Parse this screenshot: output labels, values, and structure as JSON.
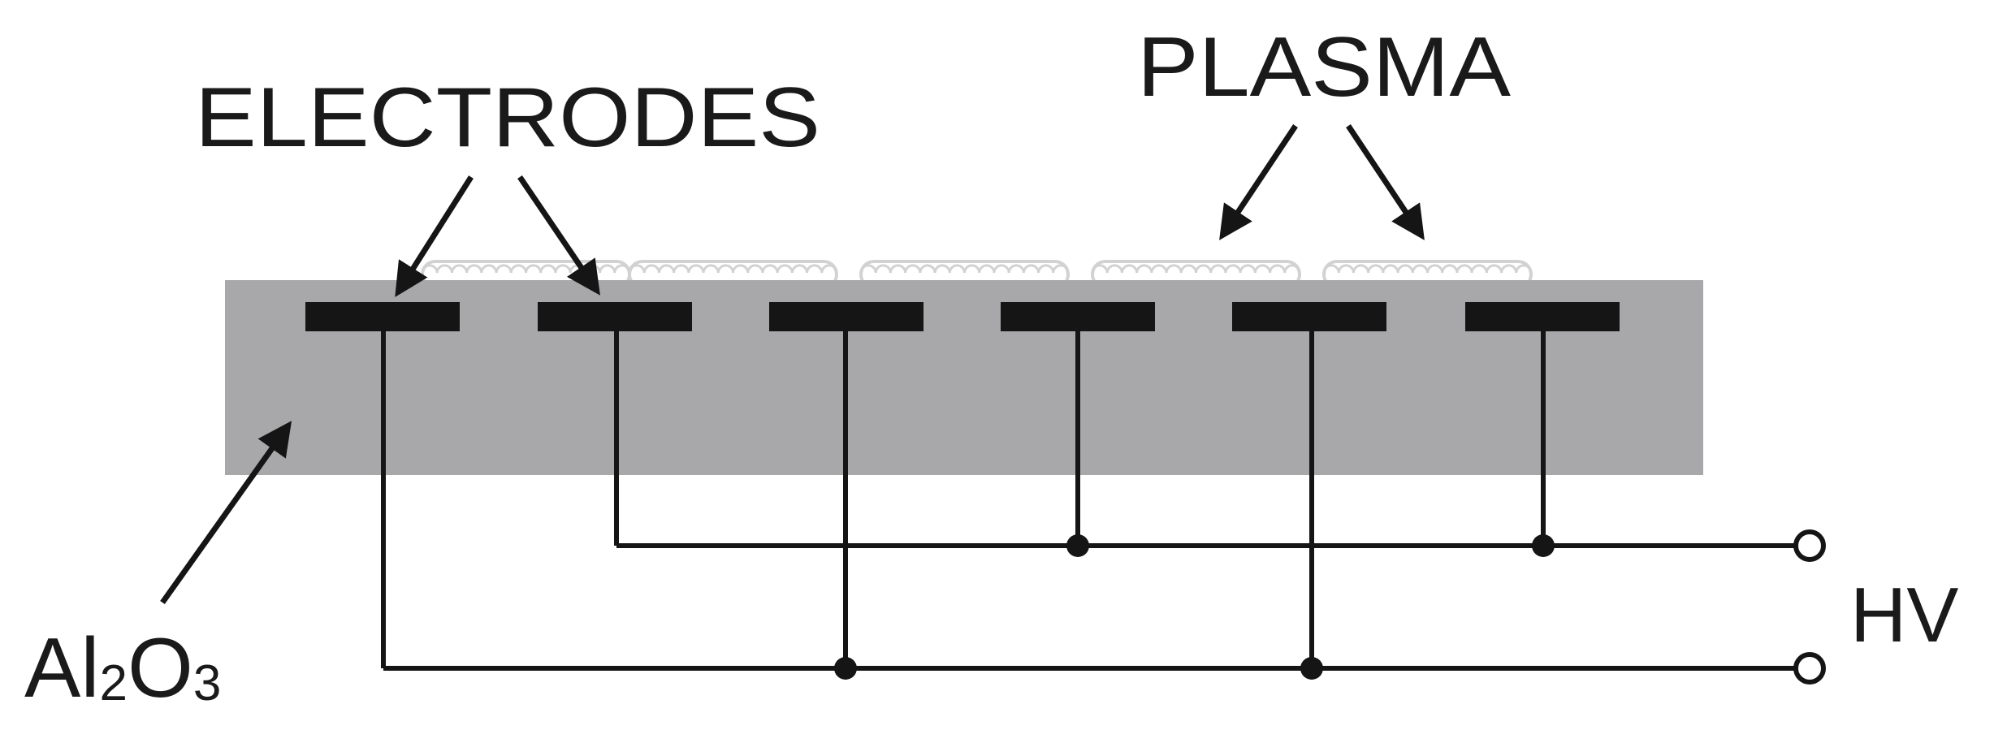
{
  "labels": {
    "electrodes": "ELECTRODES",
    "plasma": "PLASMA",
    "substrate_main": "Al",
    "substrate_sub1": "2",
    "substrate_o": "O",
    "substrate_sub2": "3",
    "voltage": "HV"
  },
  "colors": {
    "substrate": "#a8a7a9",
    "electrode": "#151515",
    "wire": "#151515",
    "plasma_outline": "#d2d2d2",
    "text": "#1a1a1a"
  },
  "electrode_count": 6,
  "plasma_region_count": 5
}
